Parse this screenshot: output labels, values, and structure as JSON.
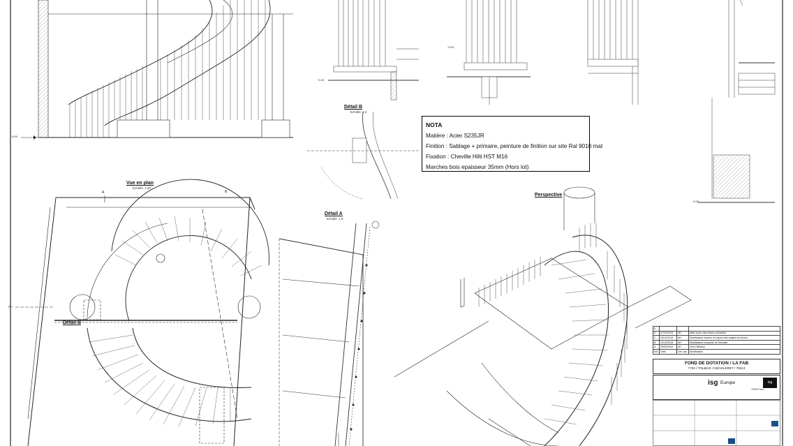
{
  "nota": {
    "title": "NOTA",
    "lines": [
      "Matière : Acier S235JR",
      "Finition : Sablage + primaire, peinture de finition sur site Ral 9010 mat",
      "Fixation : Cheville Hilti HST M16",
      "Marches bois epaisseur 35mm (Hors lot)"
    ]
  },
  "views": {
    "plan_title": "Vue en plan",
    "plan_scale": "Echelle: 1:20",
    "detail_b_title": "Détail B",
    "detail_b_scale": "Echelle: 1:4",
    "detail_a_title": "Détail A",
    "detail_a_scale": "Echelle: 1:5",
    "perspective_title": "Perspective",
    "detail_b_marker": "Détail B"
  },
  "markers": {
    "section_a": "A",
    "section_b": "B",
    "pfi": "PFI",
    "elev_1": "+0.00",
    "elev_2": "+0.00",
    "elev_3": "+0.00",
    "elev_4": "+0.00"
  },
  "revisions": [
    {
      "rev": "E",
      "date": "",
      "by": "",
      "text": ""
    },
    {
      "rev": "D",
      "date": "07/12/2018",
      "by": "AH",
      "text": "Mise à jour des mains-courantes"
    },
    {
      "rev": "C",
      "date": "24/10/2018",
      "by": "AH",
      "text": "Modification hauteur et rayons des angles de limons"
    },
    {
      "rev": "B",
      "date": "10/10/2018",
      "by": "AH",
      "text": "Modification complète de l'escalier"
    },
    {
      "rev": "A",
      "date": "25/09/2018",
      "by": "AH",
      "text": "1ère Diffusion"
    }
  ],
  "rev_header": [
    "Ind.",
    "Date",
    "Dét. par",
    "Modification"
  ],
  "project": {
    "name": "FOND DE DOTATION / LA FAB",
    "address": "7702 / TOLBIAC CHEVALERET / 75013"
  },
  "company": {
    "logo": "isg",
    "region": "Europe",
    "box": "isg",
    "city": "75005 Paris"
  }
}
